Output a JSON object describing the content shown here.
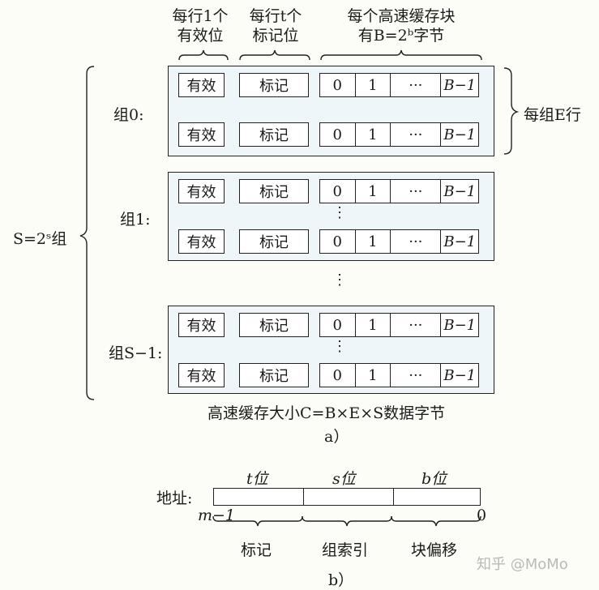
{
  "figure_a": {
    "headers": {
      "valid": [
        "每行1个",
        "有效位"
      ],
      "tag": [
        "每行t个",
        "标记位"
      ],
      "block": [
        "每个高速缓存块",
        "有B=2ᵇ字节"
      ]
    },
    "sets_brace_label": "S=2ˢ组",
    "lines_brace_label": "每组E行",
    "line": {
      "valid": "有效",
      "tag": "标记",
      "block_cells": [
        "0",
        "1",
        "···",
        "B−1"
      ]
    },
    "sets": [
      {
        "label": "组0:"
      },
      {
        "label": "组1:"
      },
      {
        "label": "组S−1:"
      }
    ],
    "ellipsis": "⋮",
    "size_formula": "高速缓存大小C=B×E×S数据字节",
    "caption": "a）"
  },
  "figure_b": {
    "address_label": "地址:",
    "field_bits": [
      "t位",
      "s位",
      "b位"
    ],
    "high_bit": "m−1",
    "low_bit": "0",
    "field_names": [
      "标记",
      "组索引",
      "块偏移"
    ],
    "caption": "b）"
  },
  "watermark": "知乎 @MoMo",
  "colors": {
    "background": "#fdfdf8",
    "set_fill": "#eef6fa",
    "stroke": "#222222"
  }
}
